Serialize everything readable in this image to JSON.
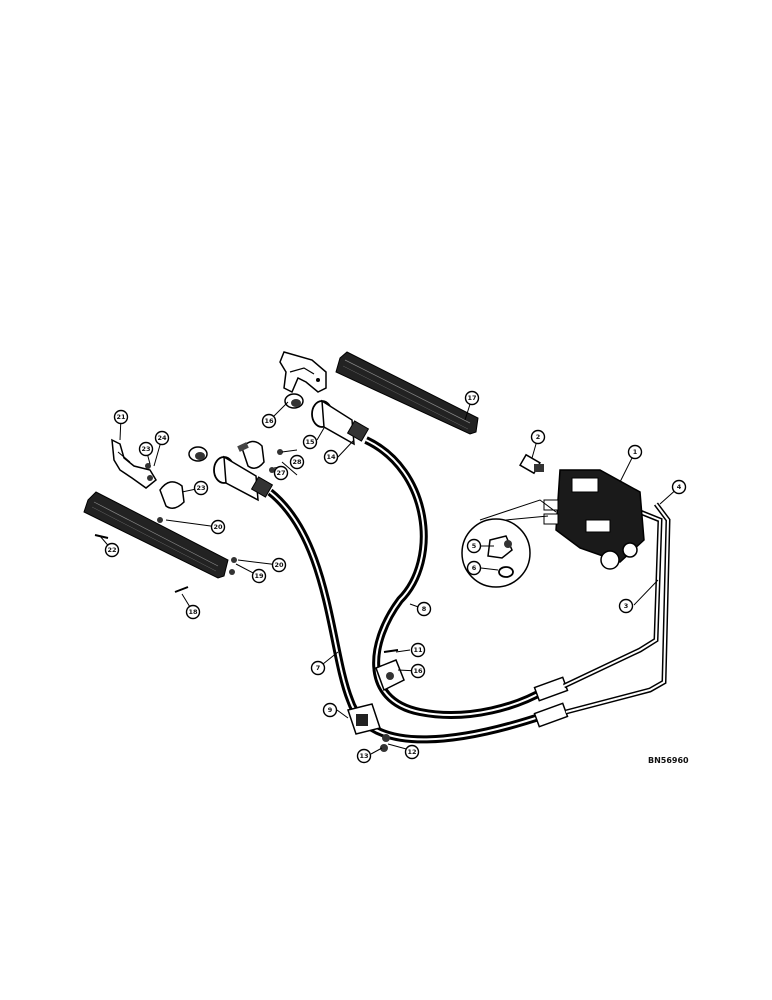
{
  "diagram": {
    "title": "",
    "reference_code": "BN56960",
    "callouts": [
      {
        "id": "c1",
        "label": "1"
      },
      {
        "id": "c2",
        "label": "2"
      },
      {
        "id": "c3",
        "label": "3"
      },
      {
        "id": "c4",
        "label": "4"
      },
      {
        "id": "c5",
        "label": "5"
      },
      {
        "id": "c6",
        "label": "6"
      },
      {
        "id": "c7",
        "label": "7"
      },
      {
        "id": "c8",
        "label": "8"
      },
      {
        "id": "c9",
        "label": "9"
      },
      {
        "id": "c11",
        "label": "11"
      },
      {
        "id": "c12",
        "label": "12"
      },
      {
        "id": "c13",
        "label": "13"
      },
      {
        "id": "c14",
        "label": "14"
      },
      {
        "id": "c15",
        "label": "15"
      },
      {
        "id": "c16a",
        "label": "16"
      },
      {
        "id": "c16b",
        "label": "16"
      },
      {
        "id": "c17",
        "label": "17"
      },
      {
        "id": "c18",
        "label": "18"
      },
      {
        "id": "c19",
        "label": "19"
      },
      {
        "id": "c20a",
        "label": "20"
      },
      {
        "id": "c20b",
        "label": "20"
      },
      {
        "id": "c21",
        "label": "21"
      },
      {
        "id": "c22",
        "label": "22"
      },
      {
        "id": "c23a",
        "label": "23"
      },
      {
        "id": "c23b",
        "label": "23"
      },
      {
        "id": "c24",
        "label": "24"
      },
      {
        "id": "c27",
        "label": "27"
      },
      {
        "id": "c28",
        "label": "28"
      }
    ]
  }
}
